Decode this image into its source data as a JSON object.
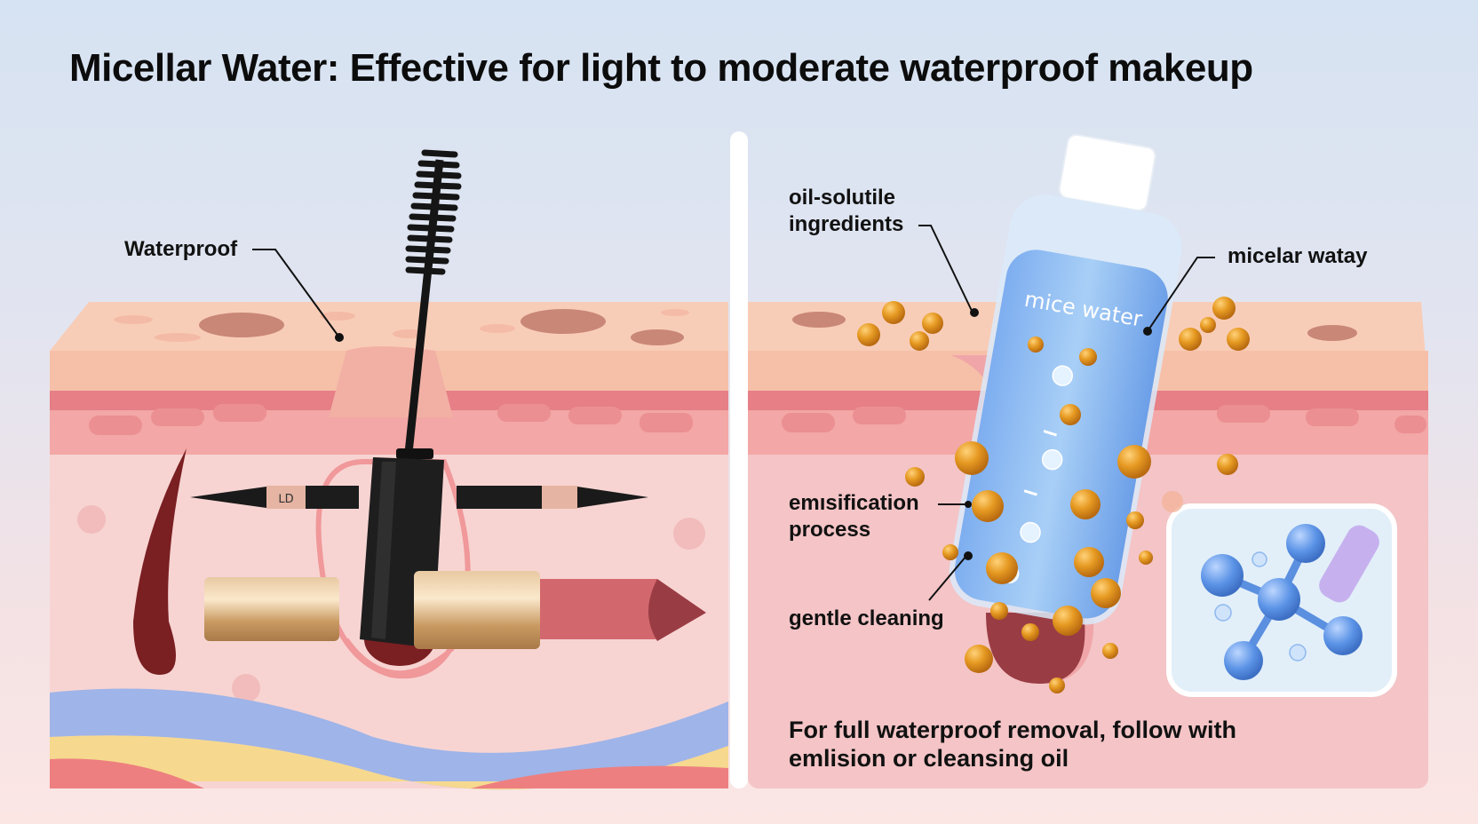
{
  "title": "Micellar Water: Effective for light to moderate waterproof makeup",
  "left_panel": {
    "callouts": [
      {
        "id": "waterproof",
        "text": "Waterproof"
      }
    ],
    "objects": [
      "mascara-wand",
      "eyeliner-pencil",
      "lipstick",
      "skin-cross-section",
      "hair-follicle"
    ],
    "eyeliner_mark": "ꓡD"
  },
  "right_panel": {
    "callouts": [
      {
        "id": "oil-soluble",
        "line1": "oil-solutile",
        "line2": "ingredients"
      },
      {
        "id": "micellar-water",
        "text": "micelar watay"
      },
      {
        "id": "emulsification",
        "line1": "emısification",
        "line2": "process"
      },
      {
        "id": "gentle-cleaning",
        "text": "gentle cleaning"
      }
    ],
    "bottle_label": "mice water",
    "note_line1": "For full waterproof removal, follow with",
    "note_line2": "emlision or cleansing oil"
  },
  "colors": {
    "skin_top": "#f7c6b4",
    "skin_band": "#e98a8c",
    "dermis": "#f6d0d0",
    "blue_layer": "#9fb4e8",
    "yellow_layer": "#f6d98e",
    "red_layer": "#ee7f80",
    "oil_droplet": "#e49a22",
    "bottle_liquid": "#8fbef0",
    "molecule": "#5b93e6"
  }
}
